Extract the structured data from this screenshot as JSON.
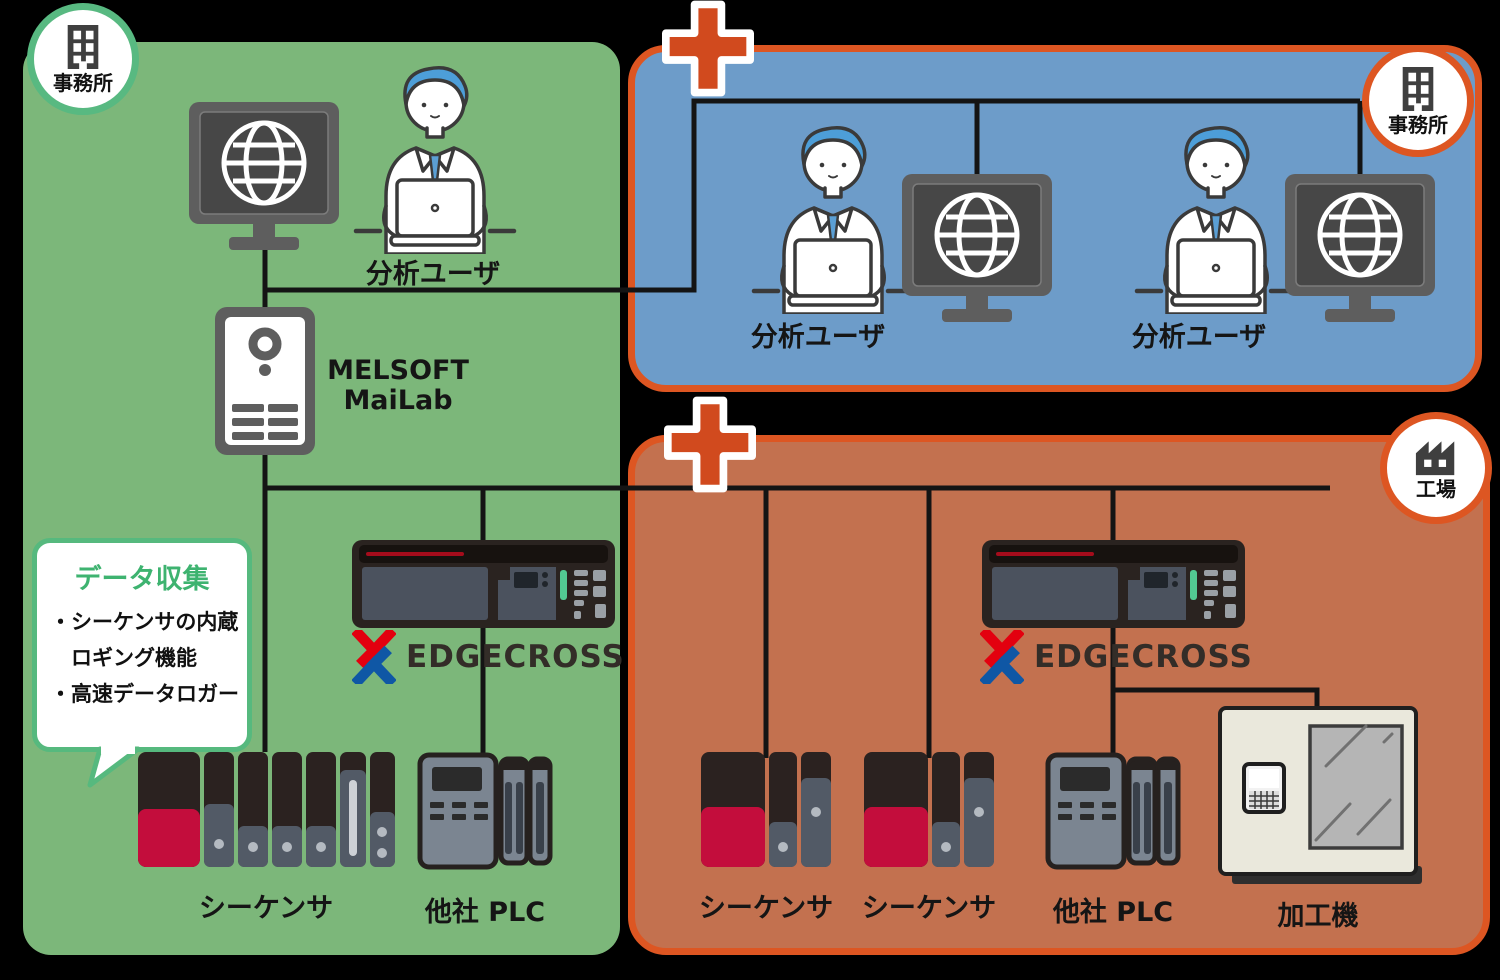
{
  "diagram": {
    "left_office": {
      "badge_label": "事務所",
      "analyst_label": "分析ユーザ",
      "server_name_line1": "MELSOFT",
      "server_name_line2": "MaiLab",
      "edgecross_label": "EDGECROSS",
      "sequencer_label": "シーケンサ",
      "plc_label": "他社 PLC",
      "callout": {
        "title": "データ収集",
        "line1": "・シーケンサの内蔵",
        "line2": "ロギング機能",
        "line3": "・高速データロガー"
      }
    },
    "right_office": {
      "badge_label": "事務所",
      "analyst1_label": "分析ユーザ",
      "analyst2_label": "分析ユーザ"
    },
    "factory": {
      "badge_label": "工場",
      "edgecross_label": "EDGECROSS",
      "sequencer1_label": "シーケンサ",
      "sequencer2_label": "シーケンサ",
      "plc_label": "他社 PLC",
      "machine_label": "加工機"
    },
    "colors": {
      "office_left_bg": "#7cb77a",
      "office_right_bg": "#6d9cc9",
      "factory_bg": "#c3714f",
      "panel_border": "#dd5622",
      "green_accent": "#3eb370",
      "line": "#141414",
      "module_red": "#c30d3c",
      "edgecross_red": "#e3000f",
      "edgecross_blue": "#0f57a5"
    }
  }
}
